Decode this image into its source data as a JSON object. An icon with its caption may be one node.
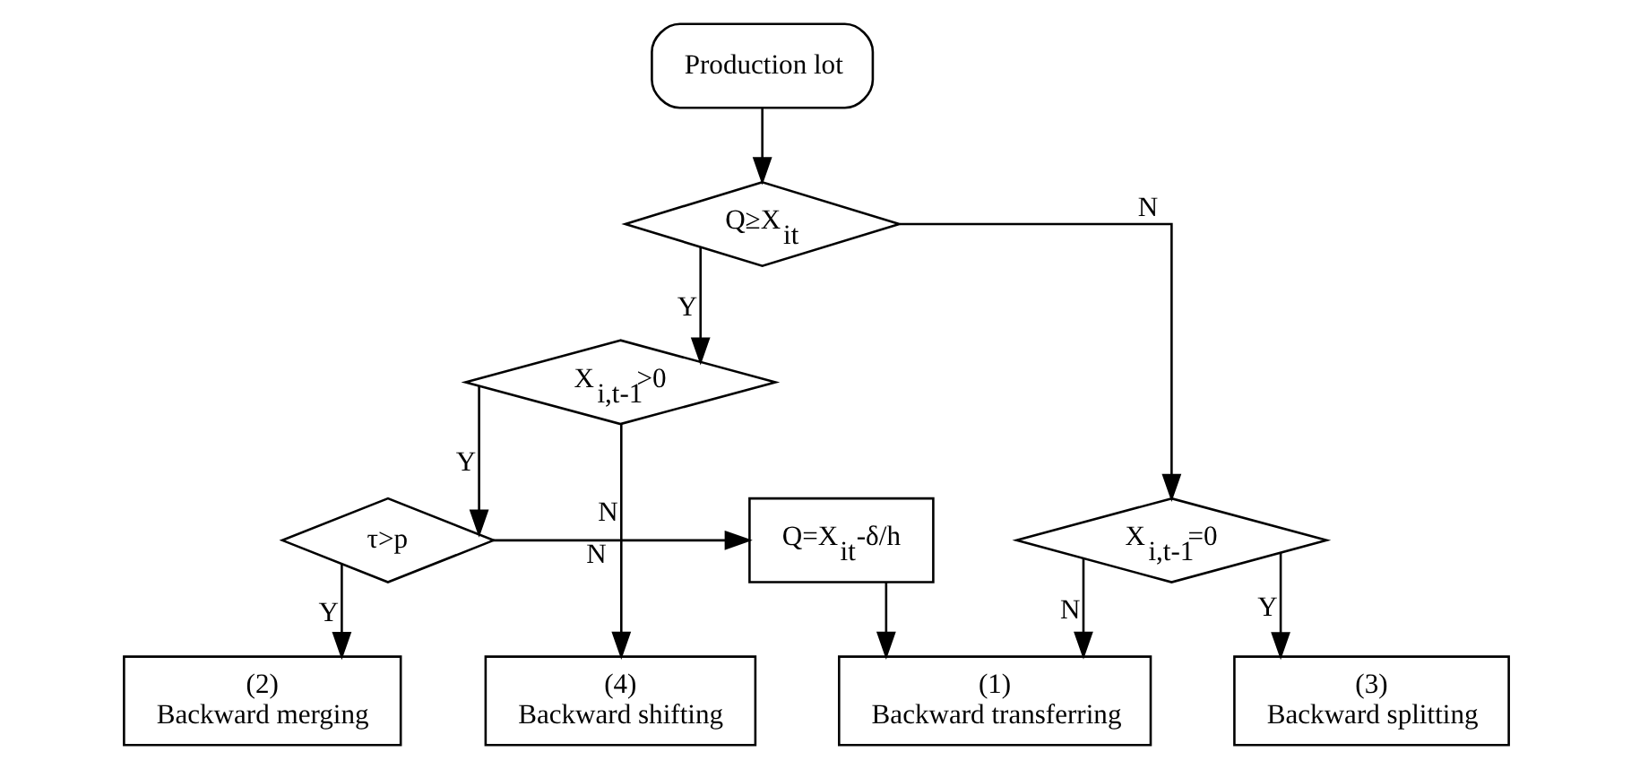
{
  "diagram": {
    "nodes": [
      {
        "text": [
          "Production lot"
        ]
      },
      {
        "text": [
          "Q≥X$_{it}$"
        ]
      },
      {
        "text": [
          "X$_{i,t-1}$>0"
        ]
      },
      {
        "text": [
          "X$_{i,t-1}$=0"
        ]
      },
      {
        "text": [
          "τ>p"
        ]
      },
      {
        "text": [
          "Q=X$_{it}$-δ/h"
        ]
      },
      {
        "text": [
          "(4)",
          "Backward shifting"
        ]
      },
      {
        "text": [
          "(2)",
          "Backward merging"
        ]
      },
      {
        "text": [
          "(1)",
          "Backward transferring"
        ]
      },
      {
        "text": [
          "(3)",
          "Backward splitting"
        ]
      }
    ],
    "edges": [
      {
        "from": 0,
        "to": 1,
        "arrow": "to"
      },
      {
        "from": 1,
        "to": 2,
        "arrow": "to",
        "label": "Y"
      },
      {
        "from": 1,
        "to": 3,
        "arrow": "to",
        "label": "N"
      },
      {
        "from": 2,
        "to": 6,
        "arrow": "to",
        "label": "N"
      },
      {
        "from": 2,
        "to": 4,
        "arrow": "to",
        "label": "Y"
      },
      {
        "from": 4,
        "to": 7,
        "arrow": "to",
        "label": "Y"
      },
      {
        "from": 4,
        "to": 5,
        "arrow": "to",
        "label": "N"
      },
      {
        "from": 5,
        "to": 8,
        "arrow": "to"
      },
      {
        "from": 3,
        "to": 8,
        "arrow": "to",
        "label": "N"
      },
      {
        "from": 3,
        "to": 9,
        "arrow": "to",
        "label": "Y"
      }
    ]
  }
}
